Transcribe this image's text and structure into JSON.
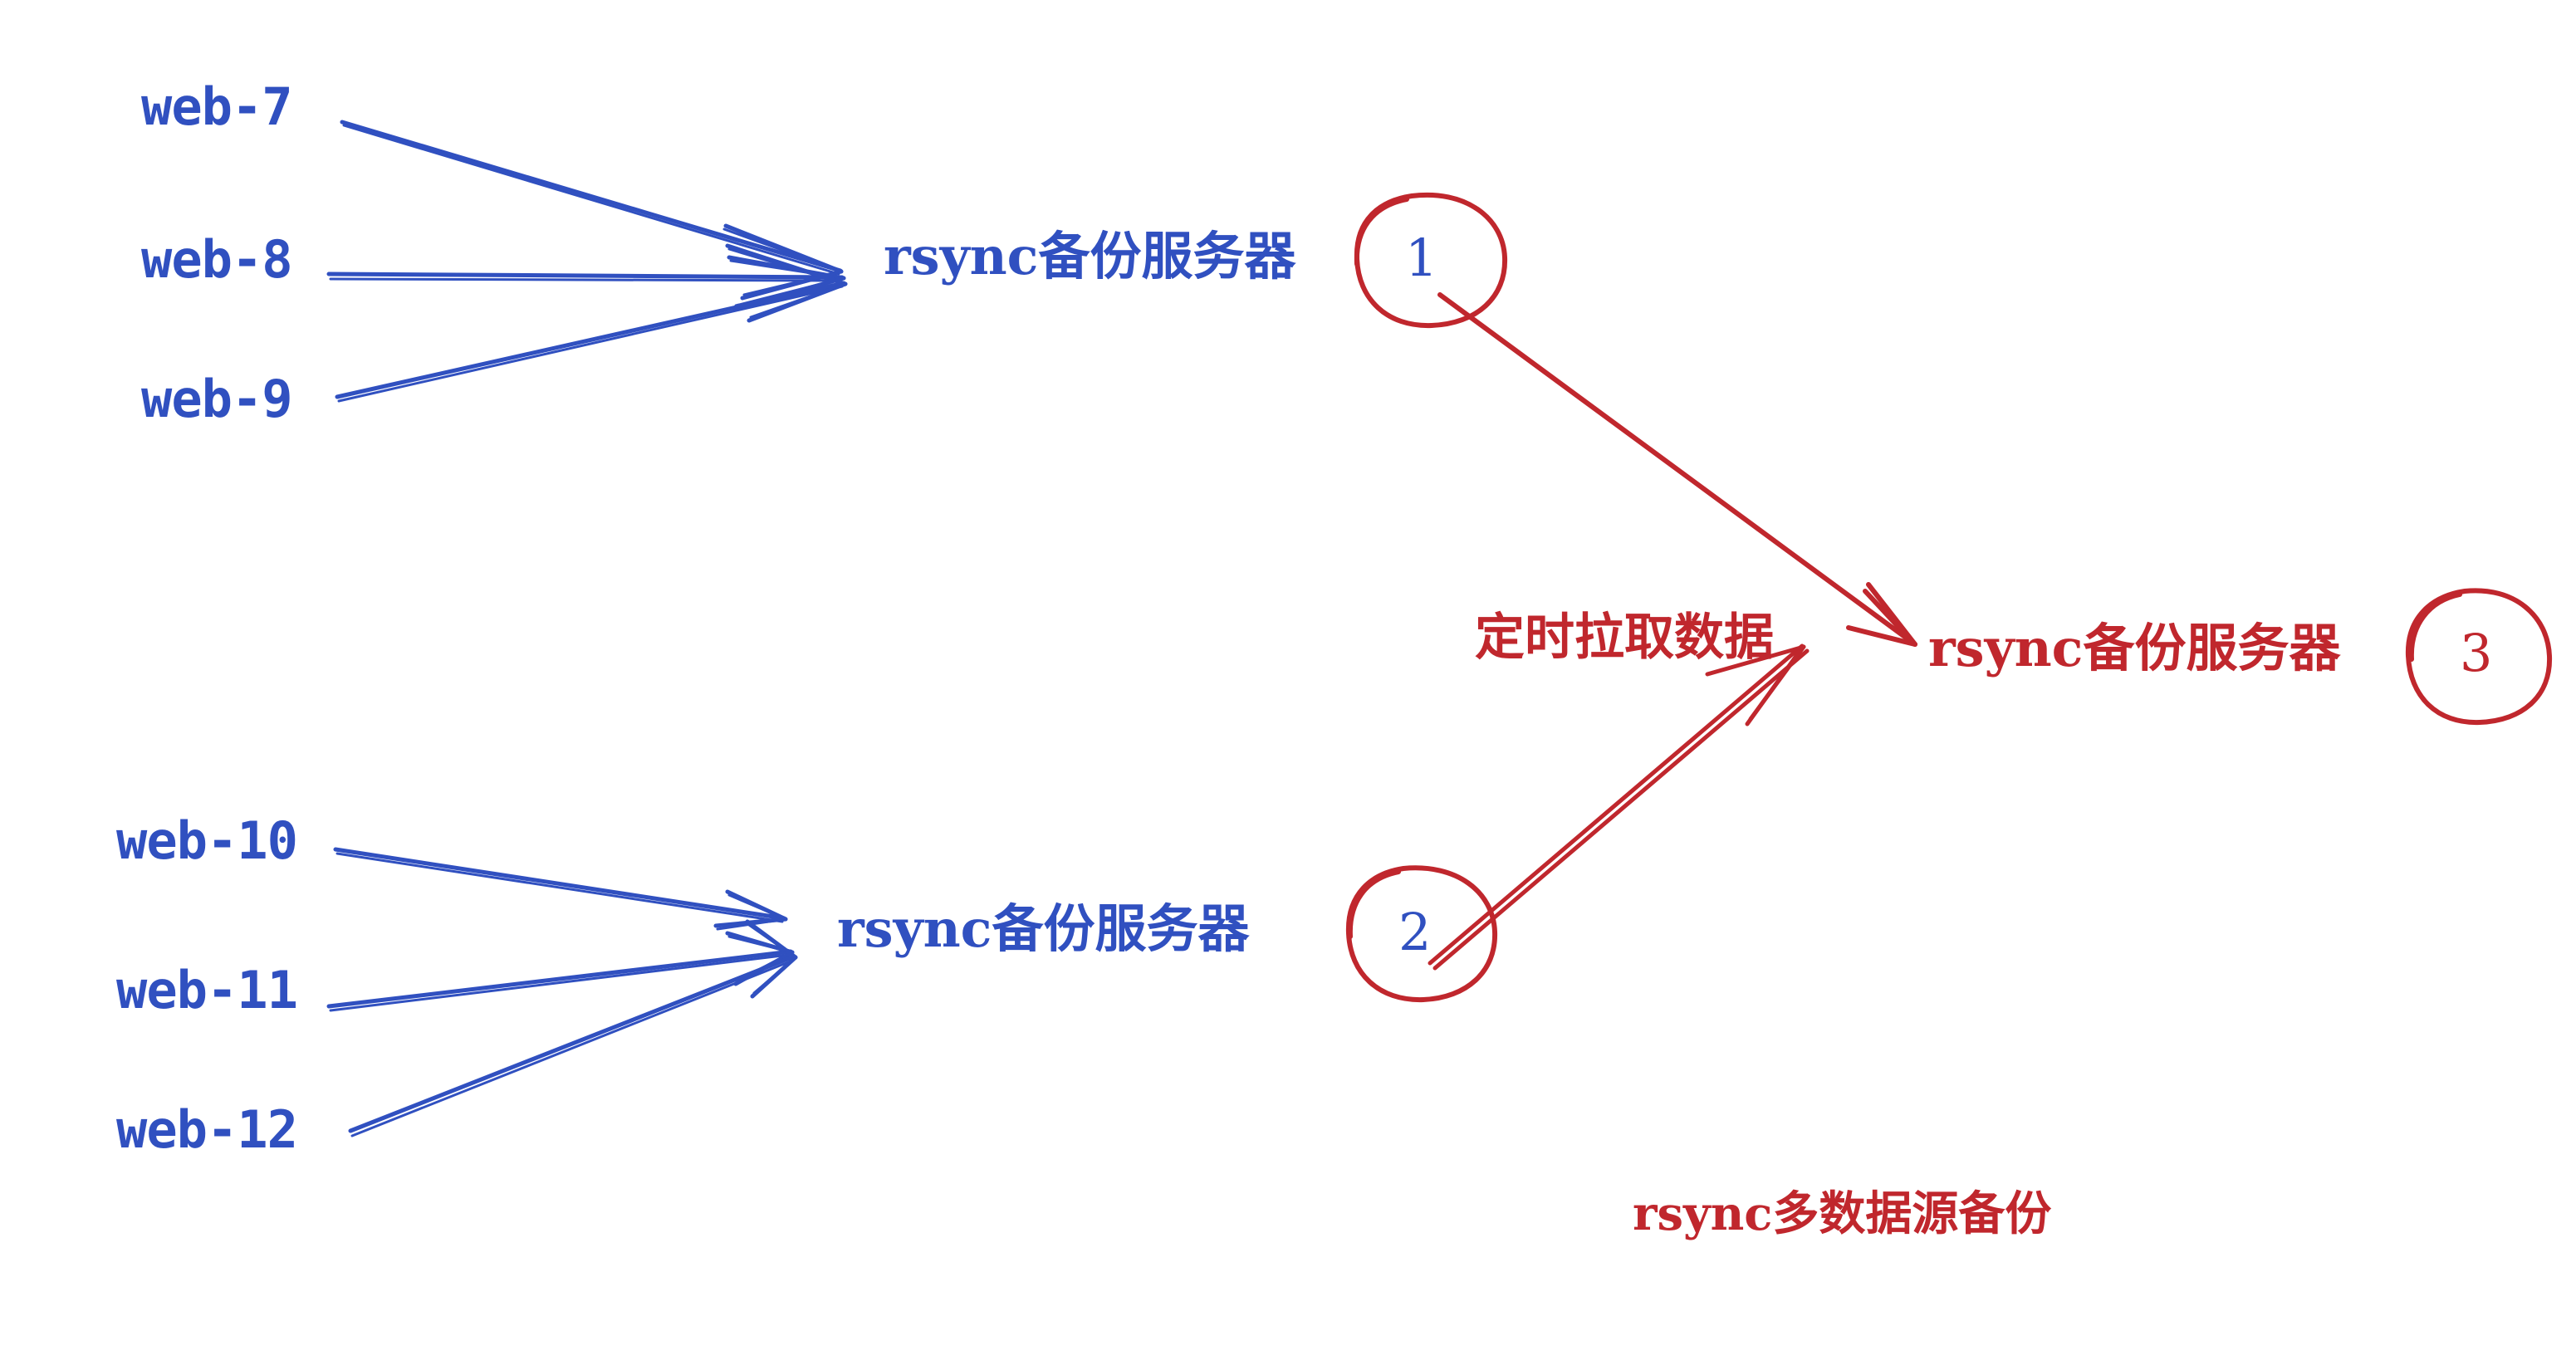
{
  "diagram": {
    "title": "rsync多数据源备份",
    "colors": {
      "blue": "#3050c0",
      "red": "#c0272d",
      "background": "#ffffff"
    },
    "sources_group_1": [
      {
        "label": "web-7"
      },
      {
        "label": "web-8"
      },
      {
        "label": "web-9"
      }
    ],
    "sources_group_2": [
      {
        "label": "web-10"
      },
      {
        "label": "web-11"
      },
      {
        "label": "web-12"
      }
    ],
    "servers": [
      {
        "id": "server-1",
        "latin": "rsync",
        "cjk": "备份服务器",
        "badge": "1",
        "color": "#3050c0"
      },
      {
        "id": "server-2",
        "latin": "rsync",
        "cjk": "备份服务器",
        "badge": "2",
        "color": "#3050c0"
      },
      {
        "id": "server-3",
        "latin": "rsync",
        "cjk": "备份服务器",
        "badge": "3",
        "color": "#c0272d"
      }
    ],
    "edge_label": "定时拉取数据",
    "caption": {
      "latin": "rsync",
      "cjk": "多数据源备份"
    }
  }
}
